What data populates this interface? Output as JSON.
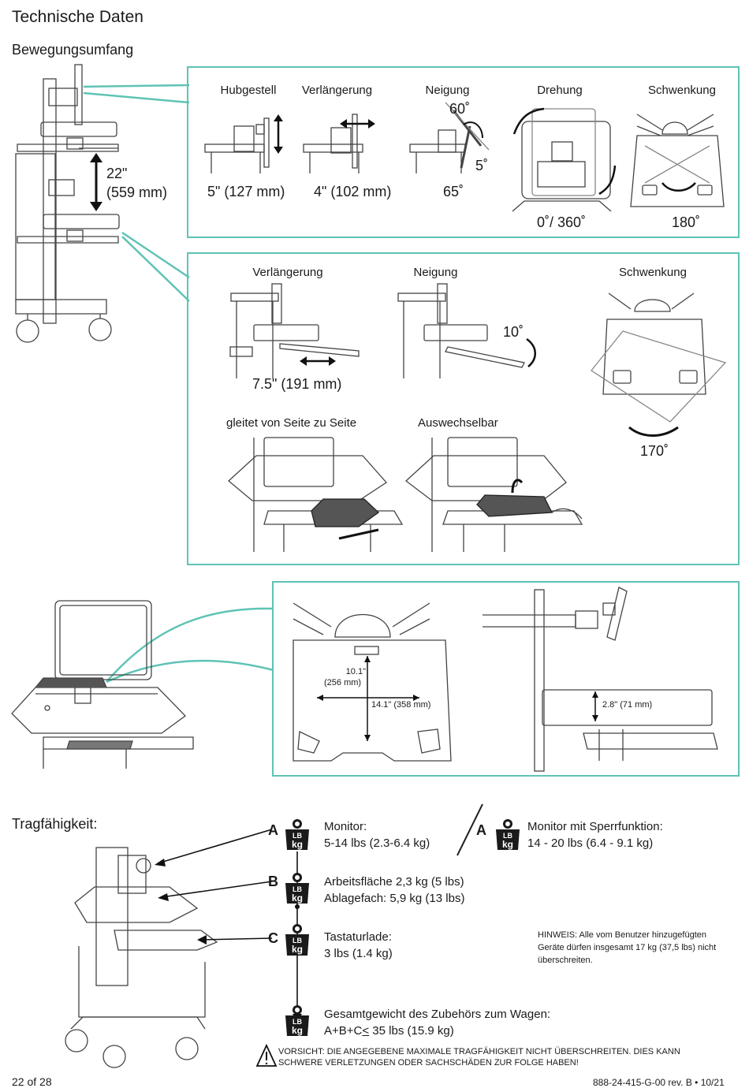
{
  "page": {
    "title": "Technische Daten",
    "section_motion": "Bewegungsumfang",
    "section_capacity": "Tragfähigkeit:"
  },
  "height_adjust": {
    "line1": "22\"",
    "line2": "(559 mm)"
  },
  "monitor_panel": [
    {
      "label": "Hubgestell",
      "value": "5\" (127 mm)"
    },
    {
      "label": "Verlängerung",
      "value": "4\" (102 mm)"
    },
    {
      "label": "Neigung",
      "value": "65˚",
      "extra1": "60˚",
      "extra2": "5˚"
    },
    {
      "label": "Drehung",
      "value": "0˚/ 360˚"
    },
    {
      "label": "Schwenkung",
      "value": "180˚"
    }
  ],
  "surface_panel": {
    "extension": {
      "label": "Verlängerung",
      "value": "7.5\" (191 mm)"
    },
    "tilt": {
      "label": "Neigung",
      "value": "10˚"
    },
    "swivel": {
      "label": "Schwenkung",
      "value": "170˚"
    },
    "slide": {
      "label": "gleitet von Seite zu Seite"
    },
    "swap": {
      "label": "Auswechselbar"
    }
  },
  "dims_panel": {
    "depth_line1": "10.1\"",
    "depth_line2": "(256 mm)",
    "width": "14.1\" (358 mm)",
    "height": "2.8\" (71 mm)"
  },
  "weights": {
    "badge_top": "LB",
    "badge_bottom": "kg",
    "a": {
      "letter": "A",
      "title": "Monitor:",
      "value": "5-14 lbs (2.3-6.4 kg)"
    },
    "a_lock": {
      "letter": "A",
      "title": "Monitor mit Sperrfunktion:",
      "value": "14 - 20 lbs (6.4 - 9.1 kg)"
    },
    "b": {
      "letter": "B",
      "line1": "Arbeitsfläche 2,3 kg (5 lbs)",
      "line2": "Ablagefach: 5,9 kg (13 lbs)"
    },
    "c": {
      "letter": "C",
      "title": "Tastaturlade:",
      "value": "3 lbs (1.4 kg)"
    },
    "total": {
      "title": "Gesamtgewicht des Zubehörs zum Wagen:",
      "value_prefix": "A+B+C",
      "value_op": "<",
      "value_suffix": " 35 lbs (15.9 kg)"
    }
  },
  "note": "HINWEIS: Alle vom Benutzer hinzugefügten Geräte dürfen insgesamt 17 kg (37,5 lbs) nicht überschreiten.",
  "warning": {
    "line1": "VORSICHT:  DIE ANGEGEBENE MAXIMALE TRAGFÄHIGKEIT NICHT ÜBERSCHREITEN. DIES KANN",
    "line2": "SCHWERE VERLETZUNGEN ODER SACHSCHÄDEN ZUR FOLGE HABEN!"
  },
  "footer": {
    "page": "22 of 28",
    "doc": "888-24-415-G-00 rev. B • 10/21"
  },
  "colors": {
    "accent": "#5fc3b5",
    "ink": "#1a1a1a"
  }
}
